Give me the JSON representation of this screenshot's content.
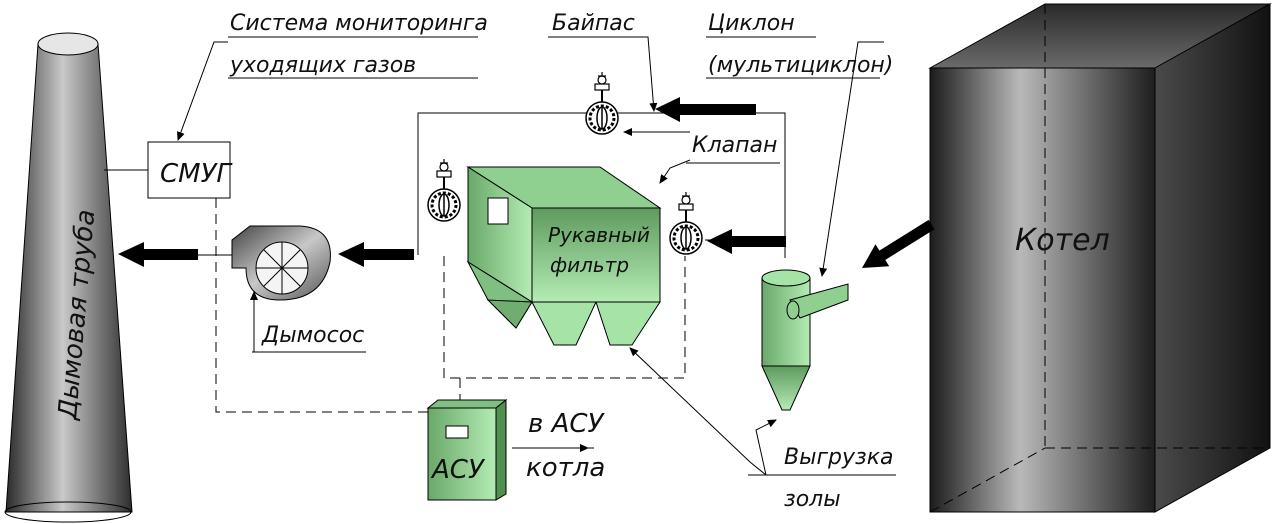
{
  "labels": {
    "monitoring_line1": "Система мониторинга",
    "monitoring_line2": "уходящих газов",
    "bypass": "Байпас",
    "cyclone_line1": "Циклон",
    "cyclone_line2": "(мультициклон)",
    "valve": "Клапан",
    "smug": "СМУГ",
    "chimney": "Дымовая труба",
    "filter_line1": "Рукавный",
    "filter_line2": "фильтр",
    "smoke_exhauster": "Дымосос",
    "asu": "АСУ",
    "to_asu_line1": "в АСУ",
    "to_asu_line2": "котла",
    "ash_line1": "Выгрузка",
    "ash_line2": "золы",
    "boiler": "Котел"
  },
  "colors": {
    "green_dark": "#5e9a5e",
    "green_light": "#b4ecb4",
    "metal_dark": "#3a3a3a",
    "metal_light": "#bdbdbd",
    "arrow": "#000000"
  },
  "icons": [
    "butterfly-valve-icon",
    "flow-arrow-icon"
  ]
}
